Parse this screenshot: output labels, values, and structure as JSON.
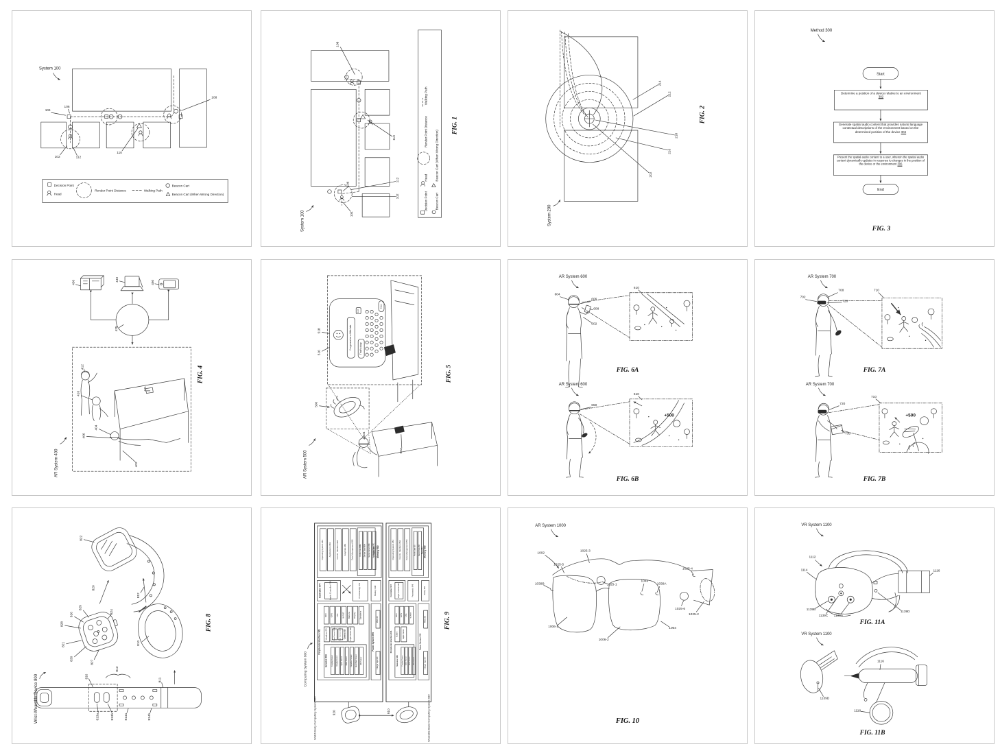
{
  "panels": [
    {
      "system": "System 100",
      "refs": [
        "104",
        "106",
        "102",
        "112",
        "110",
        "108"
      ],
      "legend": {
        "decision_point": "Decision Point",
        "head": "Head",
        "render_point_distance": "Render Point Distance",
        "walking_path": "Walking Path",
        "beacon_cart": "Beacon Cart",
        "beacon_cart_wrong": "Beacon Cart (When Wrong Direction)"
      }
    },
    {
      "caption": "FIG. 1",
      "system": "System 100",
      "refs": [
        "108",
        "110",
        "106",
        "104",
        "112",
        "102"
      ],
      "legend": {
        "decision_point": "Decision Point",
        "head": "Head",
        "render_point_distance": "Render Point Distance",
        "walking_path": "Walking Path",
        "beacon_cart": "Beacon Cart",
        "beacon_cart_wrong": "Beacon Cart (When Wrong Direction)"
      }
    },
    {
      "caption": "FIG. 2",
      "system": "System 200",
      "refs": [
        "214",
        "212",
        "218",
        "216",
        "202"
      ]
    },
    {
      "caption": "FIG. 3",
      "method": "Method 300",
      "start": "Start",
      "end": "End",
      "steps": [
        {
          "text": "Determine a position of a device relative to an environment",
          "num": "302"
        },
        {
          "text": "Generate spatial audio content that provides natural language contextual descriptions of the environment based on the determined position of the device",
          "num": "304"
        },
        {
          "text": "Present the spatial audio content to a user, wherein the spatial audio content dynamically updates in response to changes in the position of the device or the environment",
          "num": "306"
        }
      ]
    },
    {
      "caption": "FIG. 4",
      "system": "AR System 400",
      "refs": [
        "430",
        "440",
        "450",
        "425",
        "412",
        "410",
        "411",
        "404",
        "406",
        "402"
      ]
    },
    {
      "caption": "FIG. 5",
      "system": "AR System 500",
      "refs": [
        "518",
        "516",
        "506",
        "504",
        "502"
      ],
      "messages": [
        "I'm gonna be a little late",
        "That's okay"
      ],
      "keys": {
        "enter": "Enter",
        "numeric": "123"
      }
    },
    {
      "caption_a": "FIG. 6A",
      "caption_b": "FIG. 6B",
      "system": "AR System 600",
      "refs_a": [
        "604",
        "606",
        "608",
        "602",
        "610"
      ],
      "refs_b": [
        "650",
        "610"
      ],
      "score": "+500"
    },
    {
      "caption_a": "FIG. 7A",
      "caption_b": "FIG. 7B",
      "system": "AR System 700",
      "refs_a": [
        "708",
        "702",
        "720",
        "710"
      ],
      "refs_b": [
        "720",
        "730",
        "710"
      ],
      "score": "+500"
    },
    {
      "caption": "FIG. 8",
      "device": "Wrist-Wearable Device 800",
      "refs": [
        "822",
        "820",
        "824",
        "812",
        "810",
        "829",
        "826",
        "828",
        "821",
        "830",
        "827",
        "816",
        "813",
        "813a",
        "813b",
        "811",
        "814a",
        "814b"
      ]
    },
    {
      "caption": "FIG. 9",
      "system": "Computing System 900",
      "watch": {
        "label": "Watch Body Computing System 960",
        "icon": "920",
        "memory": "Memory 980",
        "mem_items": [
          "Operating System 981",
          "Applications 982",
          "Comm. Interface 983",
          "Graphics 984",
          "Data Management 985"
        ],
        "data": "Data 987",
        "data_items": [
          "Profile Data 988A",
          "Sensor Data 989A",
          "Media Content 990",
          "Application Data 991"
        ],
        "controller": "Controller 977",
        "haptic": "Haptic Controller 978",
        "processors": "Processor(s) 979",
        "battery": "Battery 998",
        "peripherals": "Peripherals Interface 961",
        "peri_items": [
          "NFC",
          "GPS",
          "LTE",
          "Wi-Fi/BT",
          "Buttons",
          "Display",
          "Speakers"
        ],
        "microphone": "Microphone 923",
        "cameras": "Cameras 925",
        "cam_items": [
          "Front Camera 925A",
          "Rear Camera 925B"
        ],
        "haptic_device": "Haptic Device 926",
        "sensors": "Sensors 964",
        "sensor_items": [
          "Coupling Sensor",
          "Imaging Sensor",
          "SpO2 Sensor",
          "EMG Sensor",
          "Capacitive Sensor",
          "Heart Rate Sensor",
          "IMU Sensor"
        ],
        "power": "Power System 995",
        "power_items": [
          "PMIC 997",
          "Charger Input 996"
        ]
      },
      "band": {
        "label": "Wearable Band Computing System 930",
        "icon": "910",
        "memory": "Memory 950",
        "mem_items": [
          "Operating System 951",
          "Comm. Interface 952",
          "Data Management 953"
        ],
        "data": "Data 954",
        "data_items": [
          "Profile Data 955",
          "Sensor Data 956"
        ],
        "controller": "Controller 947",
        "haptic": "Haptic Controller 948",
        "processors": "Processor(s) 949",
        "battery": "Battery 959",
        "peripherals": "Peripherals Interface 941",
        "peri_items": [
          "NFC",
          "GPS",
          "LTE",
          "Wi-Fi/BT",
          "Buttons",
          "Haptic Device"
        ],
        "sensors": "Sensors 938",
        "sensor_items": [
          "Coupling Sensor",
          "SpO2 Sensor",
          "EMG Sensor",
          "IMU Sensor"
        ],
        "power": "Power System 956",
        "power_items": [
          "PMIC 958",
          "Charger Input 957"
        ]
      }
    },
    {
      "caption": "FIG. 10",
      "system": "AR System 1000",
      "refs": [
        "1002",
        "1025-3",
        "1025-5",
        "1039B",
        "1025-1",
        "1046",
        "1039A",
        "1025-4",
        "1025-6",
        "1025-2",
        "1006-1",
        "1006-2",
        "1004"
      ]
    },
    {
      "caption_a": "FIG. 11A",
      "caption_b": "FIG. 11B",
      "system": "VR System 1100",
      "refs_a": [
        "1112",
        "1114",
        "1116",
        "1139B",
        "1139C",
        "1139A",
        "1139D"
      ],
      "refs_b": [
        "1139D",
        "1116",
        "1118"
      ]
    }
  ]
}
